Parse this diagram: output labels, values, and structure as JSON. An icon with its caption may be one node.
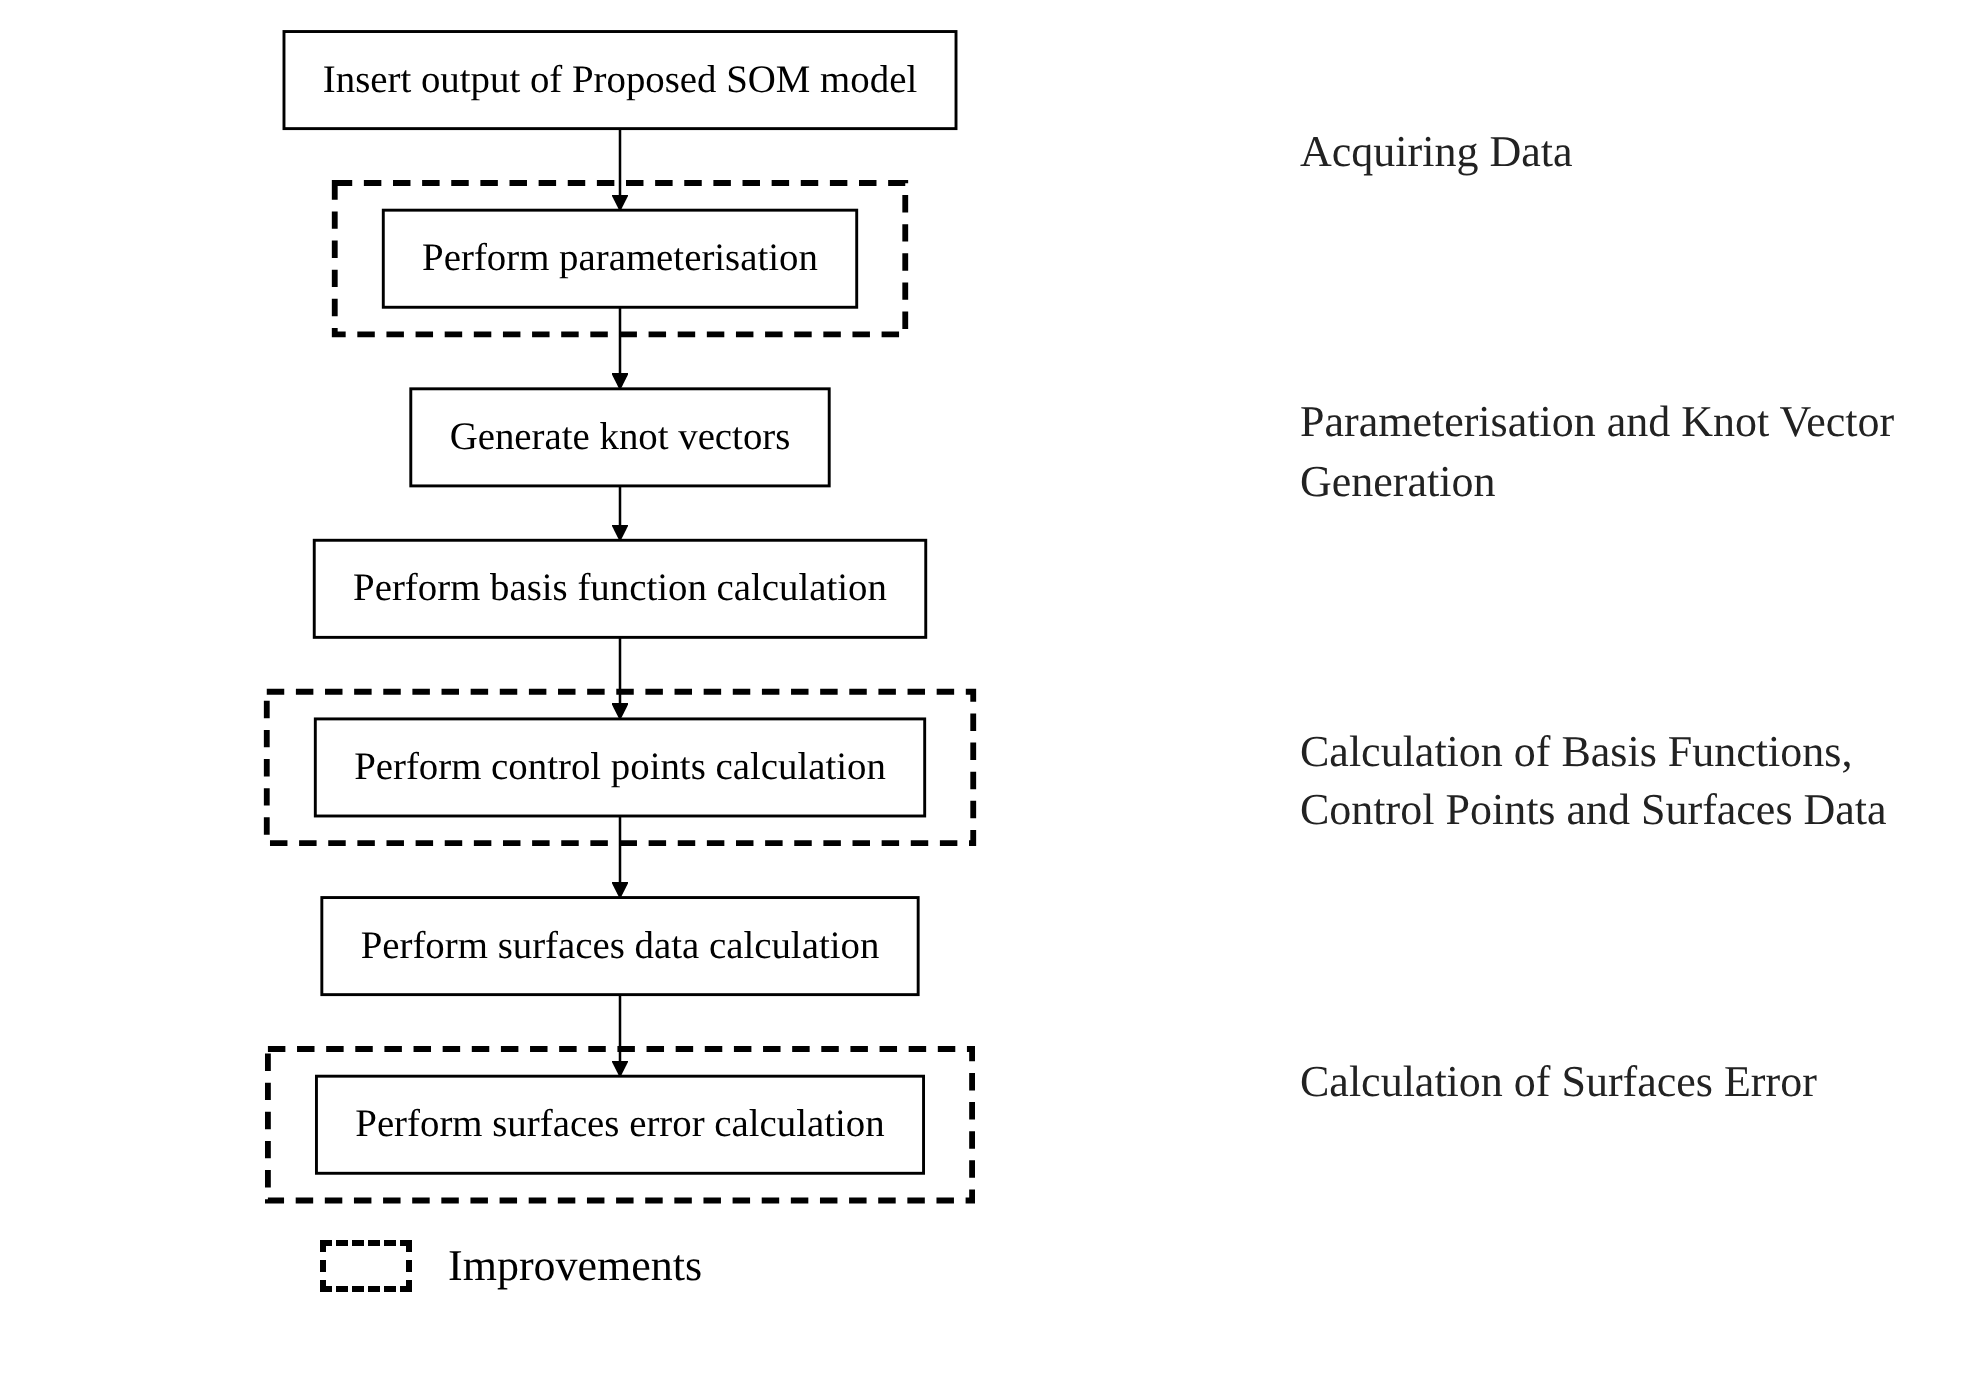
{
  "diagram": {
    "nodes": [
      {
        "text": [
          "Insert output of Proposed SOM model"
        ]
      },
      {
        "text": [],
        "shape": "box"
      },
      {
        "text": [
          "Perform parameterisation"
        ],
        "in": 1
      },
      {
        "text": [
          "Generate knot vectors"
        ]
      },
      {
        "text": [
          "Perform basis function calculation"
        ]
      },
      {
        "text": [],
        "shape": "box"
      },
      {
        "text": [
          "Perform control points calculation"
        ],
        "in": 5
      },
      {
        "text": [
          "Perform surfaces data calculation"
        ]
      },
      {
        "text": [],
        "shape": "box"
      },
      {
        "text": [
          "Perform surfaces error calculation"
        ],
        "in": 8
      }
    ],
    "edges": [
      {
        "from": 0,
        "to": 2,
        "arrow": "to"
      },
      {
        "from": 2,
        "to": 3,
        "arrow": "to"
      },
      {
        "from": 3,
        "to": 4,
        "arrow": "to"
      },
      {
        "from": 4,
        "to": 6,
        "arrow": "to"
      },
      {
        "from": 6,
        "to": 7,
        "arrow": "to"
      },
      {
        "from": 7,
        "to": 9,
        "arrow": "to"
      }
    ],
    "labels": [
      "Acquiring Data",
      "Parameterisation and Knot Vector Generation",
      "Calculation of Basis Functions, Control Points and Surfaces Data",
      "Calculation of Surfaces Error"
    ],
    "legend": [
      {
        "text": "Improvements"
      }
    ]
  }
}
